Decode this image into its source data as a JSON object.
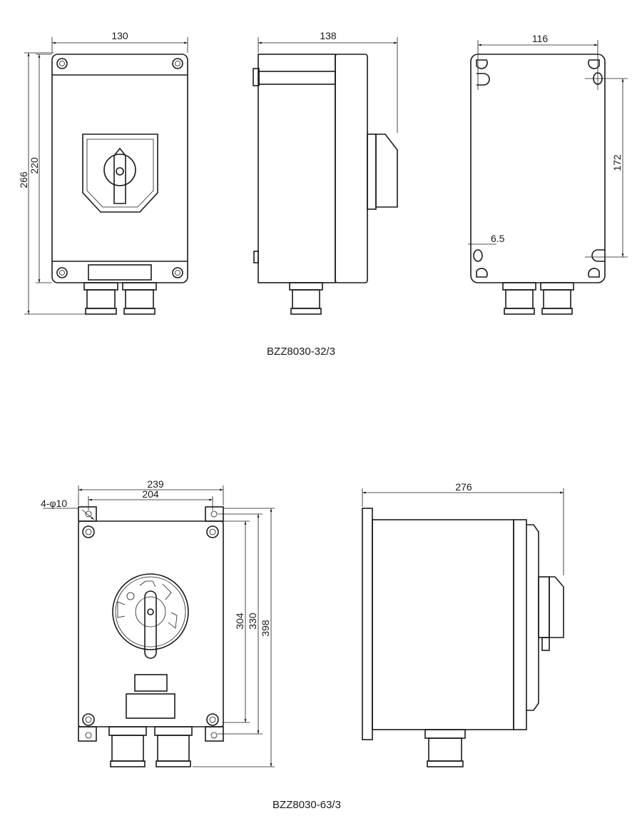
{
  "drawing_top": {
    "model": "BZZ8030-32/3",
    "front": {
      "width": "130",
      "height_total": "266",
      "height_body": "220"
    },
    "side": {
      "depth": "138"
    },
    "back": {
      "hole_spacing_h": "116",
      "hole_spacing_v": "172",
      "slot_width": "6.5"
    }
  },
  "drawing_bottom": {
    "model": "BZZ8030-63/3",
    "front": {
      "width_total": "239",
      "hole_spacing_h": "204",
      "holes": "4-φ10",
      "height_body": "304",
      "hole_spacing_v": "330",
      "height_total": "398"
    },
    "side": {
      "depth": "276"
    }
  },
  "colors": {
    "line": "#1a1a1a",
    "background": "#ffffff"
  }
}
